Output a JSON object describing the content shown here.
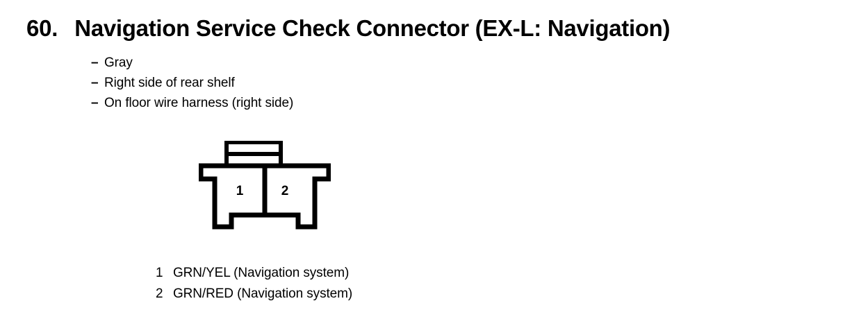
{
  "heading": {
    "number": "60.",
    "title": "Navigation Service Check Connector (EX-L: Navigation)"
  },
  "specs": {
    "dash": "–",
    "items": [
      {
        "text": "Gray"
      },
      {
        "text": "Right side of rear shelf"
      },
      {
        "text": "On floor wire harness (right side)"
      }
    ]
  },
  "connector": {
    "name": "two-pin-connector-diagram",
    "line_color": "#000000",
    "fill_color": "#ffffff",
    "pins": [
      {
        "number": "1"
      },
      {
        "number": "2"
      }
    ]
  },
  "legend": {
    "rows": [
      {
        "number": "1",
        "text": "GRN/YEL (Navigation system)"
      },
      {
        "number": "2",
        "text": "GRN/RED (Navigation system)"
      }
    ]
  }
}
